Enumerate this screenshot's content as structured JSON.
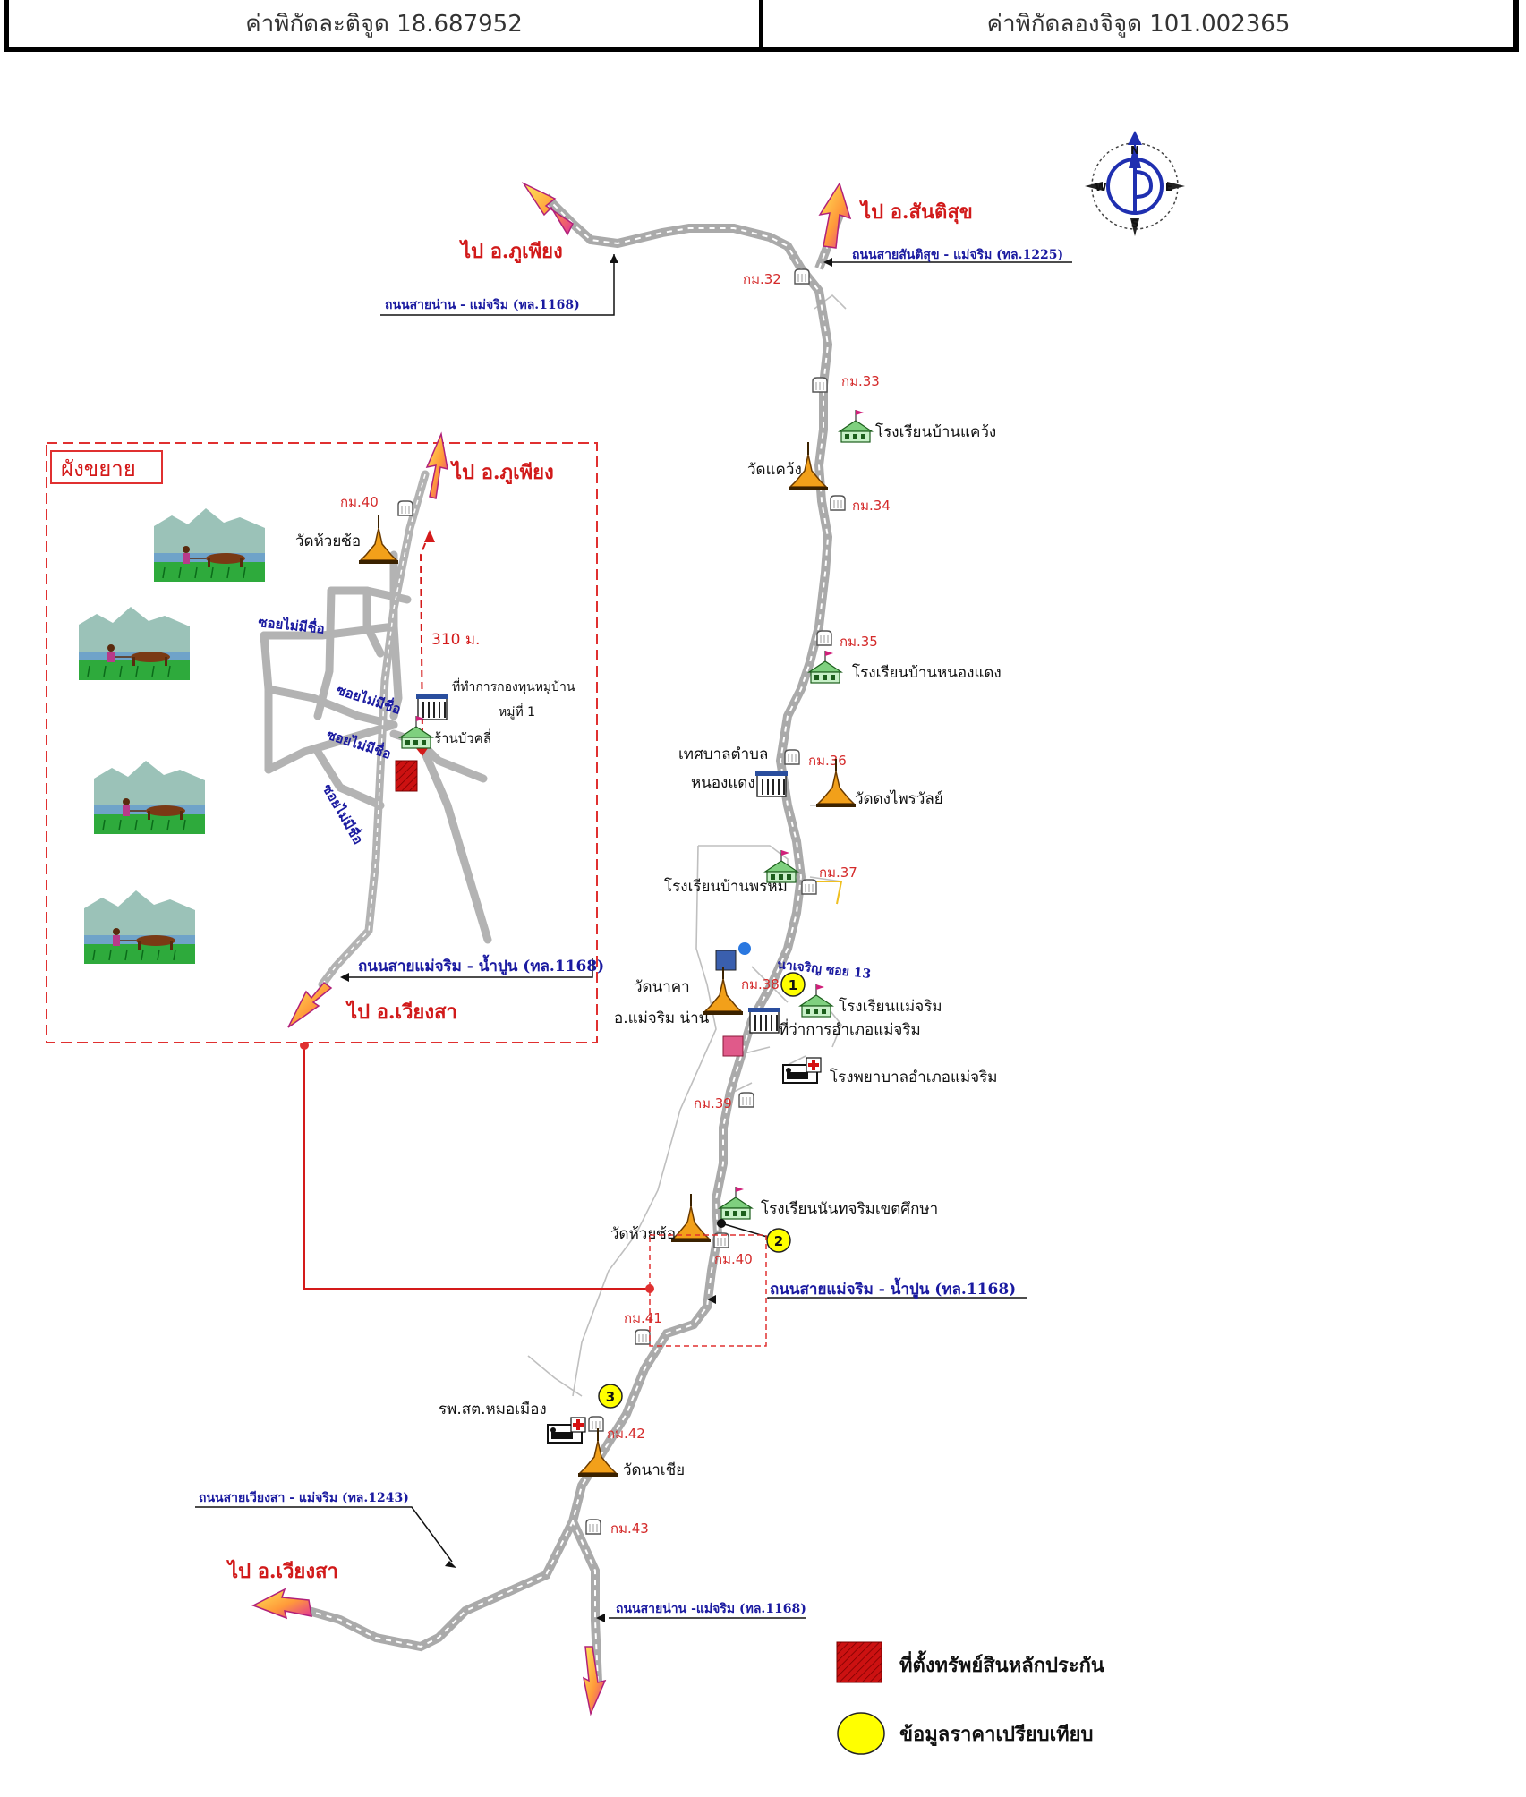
{
  "header": {
    "latitude_label": "ค่าพิกัดละติจูด 18.687952",
    "longitude_label": "ค่าพิกัดลองจิจูด 101.002365"
  },
  "compass": {
    "n": "N",
    "s": "S",
    "e": "E",
    "w": "W"
  },
  "directions": {
    "to_phu_phiang": "ไป อ.ภูเพียง",
    "to_santisuk": "ไป อ.สันติสุข",
    "to_wiang_sa": "ไป อ.เวียงสา"
  },
  "roads": {
    "nan_maecharim_1168": "ถนนสายน่าน - แม่จริม (ทล.1168)",
    "santisuk_maecharim_1225": "ถนนสายสันติสุข - แม่จริม (ทล.1225)",
    "maecharim_nampun_1168": "ถนนสายแม่จริม - น้ำปูน (ทล.1168)",
    "wiangsa_maecharim_1243": "ถนนสายเวียงสา - แม่จริม (ทล.1243)",
    "nan_maecharim_1168_south": "ถนนสายน่าน -แม่จริม (ทล.1168)",
    "na_charoen_soi13": "นาเจริญ ซอย 13"
  },
  "km_markers": [
    "กม.32",
    "กม.33",
    "กม.34",
    "กม.35",
    "กม.36",
    "กม.37",
    "กม.38",
    "กม.39",
    "กม.40",
    "กม.41",
    "กม.42",
    "กม.43"
  ],
  "places": {
    "school_ban_khwang": "โรงเรียนบ้านแคว้ง",
    "wat_khwang": "วัดแคว้ง",
    "school_ban_nong_daeng": "โรงเรียนบ้านหนองแดง",
    "municipality_line1": "เทศบาลตำบล",
    "municipality_line2": "หนองแดง",
    "wat_dong_phaiwan": "วัดดงไพรวัลย์",
    "school_ban_phrom": "โรงเรียนบ้านพรหม",
    "wat_nakha": "วัดนาคา",
    "amphoe_mae_charim": "อ.แม่จริม น่าน",
    "school_mae_charim": "โรงเรียนแม่จริม",
    "district_office": "ที่ว่าการอำเภอแม่จริม",
    "hospital": "โรงพยาบาลอำเภอแม่จริม",
    "school_nanthacharim": "โรงเรียนนันทจริมเขตศึกษา",
    "wat_huai_so": "วัดห้วยซ้อ",
    "health_center": "รพ.สต.หมอเมือง",
    "wat_na_chia": "วัดนาเชีย"
  },
  "inset": {
    "title": "ผังขยาย",
    "km40": "กม.40",
    "wat_huai_so": "วัดห้วยซ้อ",
    "unnamed_soi": "ซอยไม่มีชื่อ",
    "distance": "310 ม.",
    "village_fund_line1": "ที่ทำการกองทุนหมู่บ้าน",
    "village_fund_line2": "หมู่ที่ 1",
    "shop": "ร้านบัวคลี่",
    "road": "ถนนสายแม่จริม - น้ำปูน (ทล.1168)",
    "to_phu_phiang": "ไป อ.ภูเพียง",
    "to_wiang_sa": "ไป อ.เวียงสา"
  },
  "comparables": [
    "1",
    "2",
    "3"
  ],
  "legend": {
    "collateral": "ที่ตั้งทรัพย์สินหลักประกัน",
    "price_comparison": "ข้อมูลราคาเปรียบเทียบ"
  },
  "colors": {
    "road": "#b3b3b3",
    "direction_text": "#d11a1a",
    "road_label": "#1a1aa0",
    "km_text": "#d42a2a",
    "collateral": "#cc1111",
    "comparable": "#ffff00",
    "inset_border": "#e03030"
  },
  "icons": [
    "compass-rose-icon",
    "temple-icon",
    "school-icon",
    "government-building-icon",
    "hospital-icon",
    "km-post-icon",
    "direction-arrow-icon",
    "farmer-buffalo-picture"
  ]
}
